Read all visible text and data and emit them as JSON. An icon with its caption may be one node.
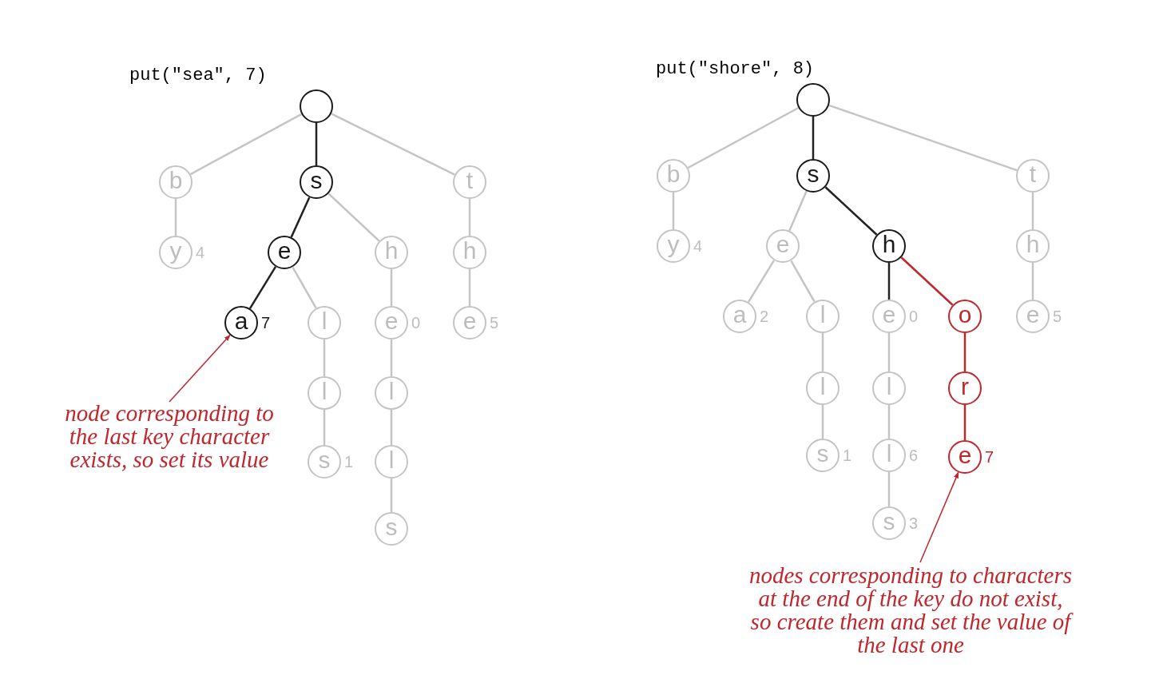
{
  "diagram": {
    "nodes": [
      {
        "text": [],
        "shape": "circle"
      },
      {
        "text": [
          "b"
        ]
      },
      {
        "text": [
          "s"
        ]
      },
      {
        "text": [
          "t"
        ]
      },
      {
        "text": [
          "y"
        ],
        "beside": [
          "4"
        ]
      },
      {
        "text": [
          "e"
        ]
      },
      {
        "text": [
          "h"
        ]
      },
      {
        "text": [
          "h"
        ]
      },
      {
        "text": [
          "a"
        ],
        "beside": [
          "7"
        ]
      },
      {
        "text": [
          "l"
        ]
      },
      {
        "text": [
          "e"
        ],
        "beside": [
          "0"
        ]
      },
      {
        "text": [
          "e"
        ],
        "beside": [
          "5"
        ]
      },
      {
        "text": [
          "l"
        ]
      },
      {
        "text": [
          "l"
        ]
      },
      {
        "text": [
          "s"
        ],
        "beside": [
          "1"
        ]
      },
      {
        "text": [
          "l"
        ]
      },
      {
        "text": [
          "s"
        ]
      },
      {
        "text": [
          "node corresponding to the last key character exists, so set its value"
        ]
      },
      {
        "text": [],
        "shape": "circle"
      },
      {
        "text": [
          "b"
        ]
      },
      {
        "text": [
          "s"
        ]
      },
      {
        "text": [
          "t"
        ]
      },
      {
        "text": [
          "y"
        ],
        "beside": [
          "4"
        ]
      },
      {
        "text": [
          "e"
        ]
      },
      {
        "text": [
          "h"
        ]
      },
      {
        "text": [
          "h"
        ]
      },
      {
        "text": [
          "a"
        ],
        "beside": [
          "2"
        ]
      },
      {
        "text": [
          "l"
        ]
      },
      {
        "text": [
          "e"
        ],
        "beside": [
          "0"
        ]
      },
      {
        "text": [
          "o"
        ]
      },
      {
        "text": [
          "e"
        ],
        "beside": [
          "5"
        ]
      },
      {
        "text": [
          "l"
        ]
      },
      {
        "text": [
          "l"
        ]
      },
      {
        "text": [
          "r"
        ]
      },
      {
        "text": [
          "s"
        ],
        "beside": [
          "1"
        ]
      },
      {
        "text": [
          "l"
        ],
        "beside": [
          "6"
        ]
      },
      {
        "text": [
          "e"
        ],
        "beside": [
          "7"
        ]
      },
      {
        "text": [
          "s"
        ],
        "beside": [
          "3"
        ]
      },
      {
        "text": [
          "nodes corresponding to characters at the end of the key do not exist, so create them and set the value of the last one"
        ]
      }
    ],
    "edges": [
      {
        "from": 0,
        "to": 1,
        "arrow": "none"
      },
      {
        "from": 0,
        "to": 2,
        "arrow": "none",
        "color": "#222222"
      },
      {
        "from": 0,
        "to": 3,
        "arrow": "none"
      },
      {
        "from": 1,
        "to": 4,
        "arrow": "none"
      },
      {
        "from": 2,
        "to": 5,
        "arrow": "none",
        "color": "#222222"
      },
      {
        "from": 2,
        "to": 6,
        "arrow": "none"
      },
      {
        "from": 3,
        "to": 7,
        "arrow": "none"
      },
      {
        "from": 5,
        "to": 8,
        "arrow": "none",
        "color": "#222222"
      },
      {
        "from": 5,
        "to": 9,
        "arrow": "none"
      },
      {
        "from": 6,
        "to": 10,
        "arrow": "none"
      },
      {
        "from": 7,
        "to": 11,
        "arrow": "none"
      },
      {
        "from": 9,
        "to": 12,
        "arrow": "none"
      },
      {
        "from": 10,
        "to": 13,
        "arrow": "none"
      },
      {
        "from": 12,
        "to": 14,
        "arrow": "none"
      },
      {
        "from": 13,
        "to": 15,
        "arrow": "none"
      },
      {
        "from": 15,
        "to": 16,
        "arrow": "none"
      },
      {
        "from": 17,
        "to": 8,
        "arrow": "to",
        "color": "#c0272d"
      },
      {
        "from": 18,
        "to": 19,
        "arrow": "none"
      },
      {
        "from": 18,
        "to": 20,
        "arrow": "none",
        "color": "#222222"
      },
      {
        "from": 18,
        "to": 21,
        "arrow": "none"
      },
      {
        "from": 19,
        "to": 22,
        "arrow": "none"
      },
      {
        "from": 20,
        "to": 23,
        "arrow": "none"
      },
      {
        "from": 20,
        "to": 24,
        "arrow": "none",
        "color": "#222222"
      },
      {
        "from": 21,
        "to": 25,
        "arrow": "none"
      },
      {
        "from": 23,
        "to": 26,
        "arrow": "none"
      },
      {
        "from": 23,
        "to": 27,
        "arrow": "none"
      },
      {
        "from": 24,
        "to": 28,
        "arrow": "none",
        "color": "#222222"
      },
      {
        "from": 24,
        "to": 29,
        "arrow": "none",
        "color": "#c0272d"
      },
      {
        "from": 25,
        "to": 30,
        "arrow": "none"
      },
      {
        "from": 27,
        "to": 31,
        "arrow": "none"
      },
      {
        "from": 28,
        "to": 32,
        "arrow": "none"
      },
      {
        "from": 29,
        "to": 33,
        "arrow": "none",
        "color": "#c0272d"
      },
      {
        "from": 31,
        "to": 34,
        "arrow": "none"
      },
      {
        "from": 32,
        "to": 35,
        "arrow": "none"
      },
      {
        "from": 33,
        "to": 36,
        "arrow": "none",
        "color": "#c0272d"
      },
      {
        "from": 35,
        "to": 37,
        "arrow": "none"
      },
      {
        "from": 38,
        "to": 36,
        "arrow": "to",
        "color": "#c0272d"
      }
    ],
    "labels": [
      "put(\"sea\", 7)",
      "put(\"shore\", 8)"
    ]
  }
}
